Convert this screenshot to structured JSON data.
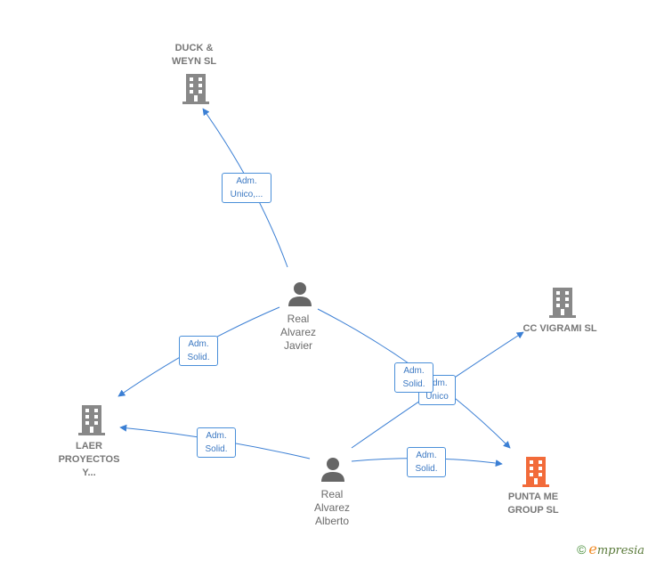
{
  "colors": {
    "edge": "#3b7fd4",
    "company": "#888888",
    "company_highlight": "#f26b3a",
    "person": "#666666"
  },
  "companies": {
    "duck": {
      "label": "DUCK &\nWEYN SL"
    },
    "vigrami": {
      "label": "CC VIGRAMI SL"
    },
    "laer": {
      "label": "LAER\nPROYECTOS\nY..."
    },
    "punta": {
      "label": "PUNTA ME\nGROUP  SL"
    }
  },
  "persons": {
    "javier": {
      "label": "Real\nAlvarez\nJavier"
    },
    "alberto": {
      "label": "Real\nAlvarez\nAlberto"
    }
  },
  "roles": {
    "javier_duck": "Adm.\nUnico,...",
    "javier_laer": "Adm.\nSolid.",
    "alberto_laer": "Adm.\nSolid.",
    "alberto_punta": "Adm.\nSolid.",
    "alberto_vigrami": "Adm.\nUnico",
    "javier_punta": "Adm.\nSolid."
  },
  "footer": {
    "copyright": "©",
    "brand_initial": "e",
    "brand_rest": "mpresia"
  }
}
